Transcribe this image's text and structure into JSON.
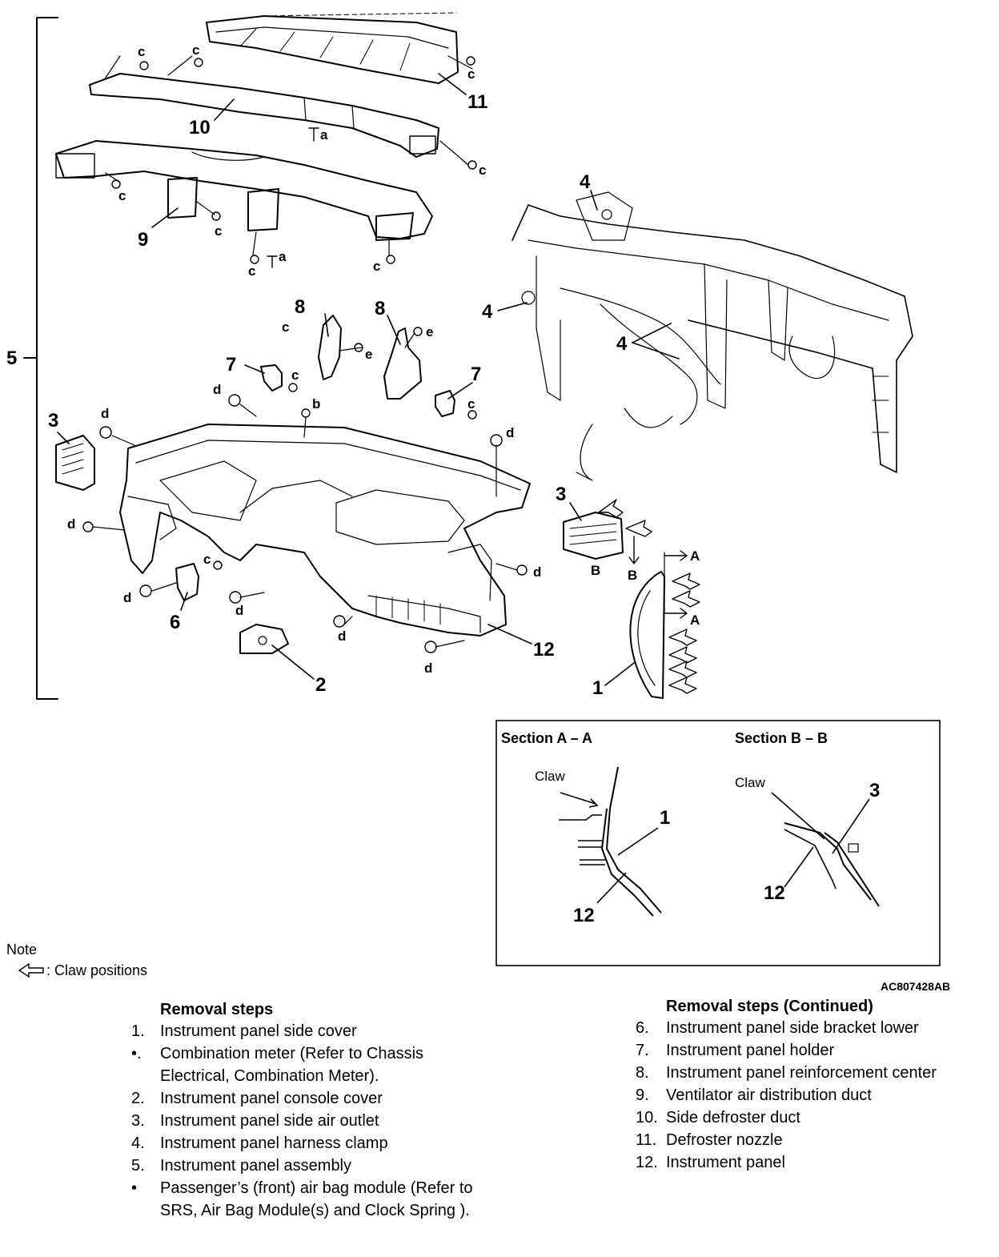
{
  "diagram": {
    "callouts": {
      "n1": "1",
      "n2": "2",
      "n3a": "3",
      "n3b": "3",
      "n4a": "4",
      "n4b": "4",
      "n4c": "4",
      "n5": "5",
      "n6": "6",
      "n7a": "7",
      "n7b": "7",
      "n8a": "8",
      "n8b": "8",
      "n9": "9",
      "n10": "10",
      "n11": "11",
      "n12": "12"
    },
    "fasteners": {
      "a": "a",
      "b": "b",
      "c": "c",
      "d": "d",
      "e": "e"
    },
    "sections": {
      "A": "A",
      "B": "B"
    }
  },
  "section_box": {
    "section_a_title": "Section A – A",
    "section_b_title": "Section B – B",
    "claw_label": "Claw",
    "a_callout_1": "1",
    "a_callout_12": "12",
    "b_callout_3": "3",
    "b_callout_12": "12"
  },
  "note": {
    "title": "Note",
    "legend": ": Claw positions"
  },
  "doc_id": "AC807428AB",
  "removal_steps": {
    "heading": "Removal steps",
    "items": [
      {
        "num": "1.",
        "text": "Instrument panel side cover"
      },
      {
        "num": "•.",
        "text": "Combination meter (Refer to Chassis Electrical, Combination Meter)."
      },
      {
        "num": "2.",
        "text": "Instrument panel console cover"
      },
      {
        "num": "3.",
        "text": "Instrument panel side air outlet"
      },
      {
        "num": "4.",
        "text": "Instrument panel harness clamp"
      },
      {
        "num": "5.",
        "text": "Instrument panel assembly"
      },
      {
        "num": "•",
        "text": "Passenger’s (front) air bag module (Refer to SRS, Air Bag Module(s) and Clock Spring )."
      }
    ]
  },
  "removal_steps_continued": {
    "heading": "Removal steps (Continued)",
    "items": [
      {
        "num": "6.",
        "text": "Instrument panel side bracket lower"
      },
      {
        "num": "7.",
        "text": "Instrument panel holder"
      },
      {
        "num": "8.",
        "text": "Instrument panel reinforcement center"
      },
      {
        "num": "9.",
        "text": "Ventilator air distribution duct"
      },
      {
        "num": "10.",
        "text": "Side defroster duct"
      },
      {
        "num": "11.",
        "text": "Defroster nozzle"
      },
      {
        "num": "12.",
        "text": "Instrument panel"
      }
    ]
  }
}
